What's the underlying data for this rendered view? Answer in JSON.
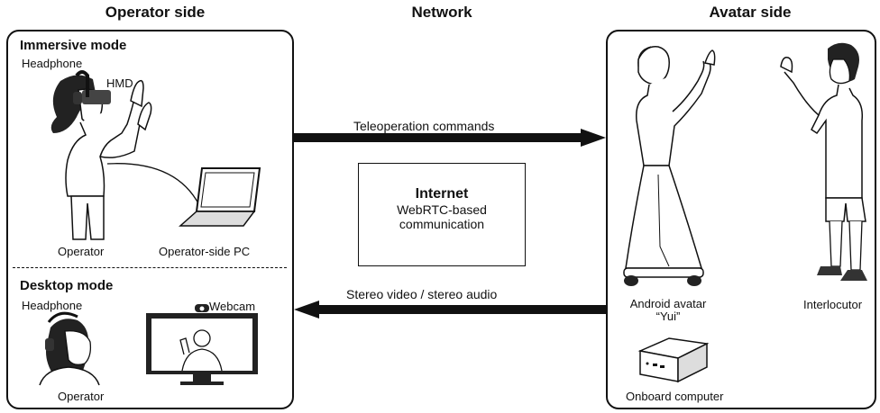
{
  "headers": {
    "operator": "Operator side",
    "network": "Network",
    "avatar": "Avatar side"
  },
  "operator_panel": {
    "immersive": {
      "title": "Immersive mode",
      "headphone": "Headphone",
      "hmd": "HMD",
      "operator": "Operator",
      "pc": "Operator-side PC"
    },
    "desktop": {
      "title": "Desktop mode",
      "headphone": "Headphone",
      "webcam": "Webcam",
      "operator": "Operator"
    }
  },
  "network": {
    "commands": "Teleoperation commands",
    "internet_title": "Internet",
    "internet_line1": "WebRTC-based",
    "internet_line2": "communication",
    "stream": "Stereo video / stereo audio"
  },
  "avatar_panel": {
    "android_line1": "Android avatar",
    "android_line2": "“Yui”",
    "interlocutor": "Interlocutor",
    "computer": "Onboard computer"
  }
}
